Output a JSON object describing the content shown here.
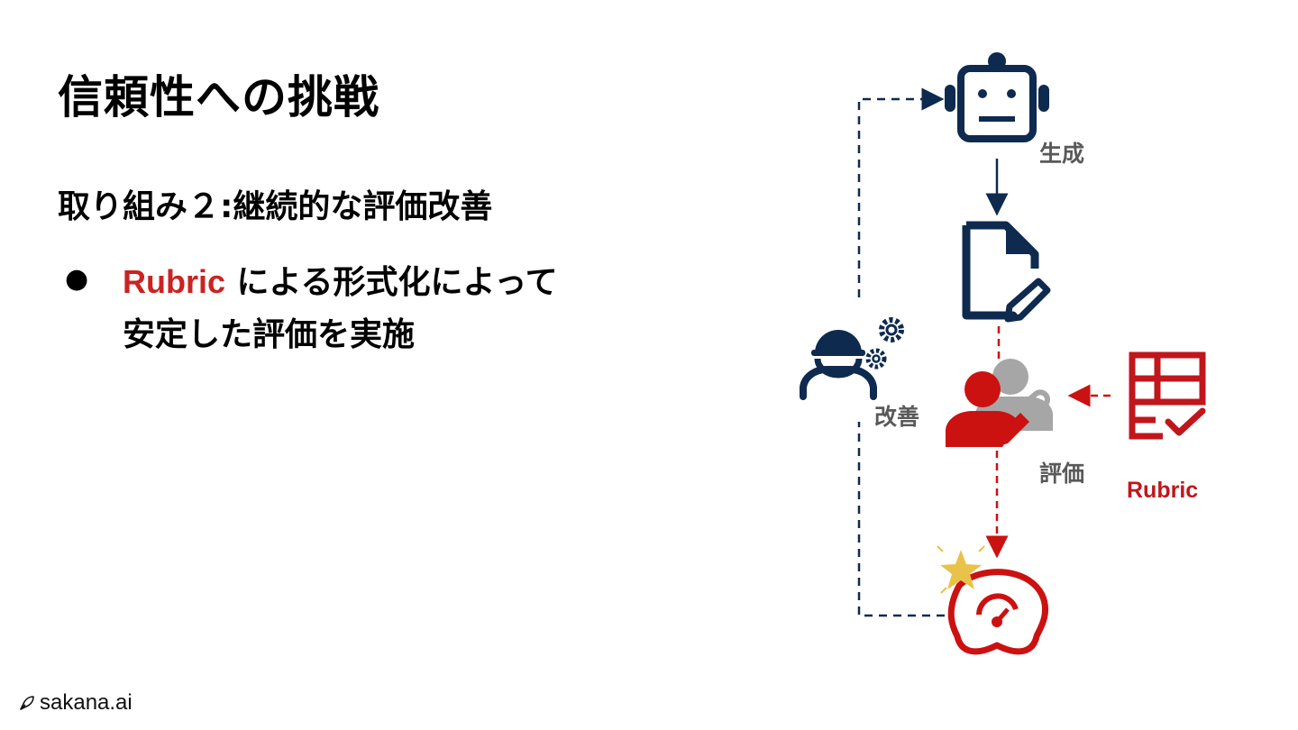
{
  "slide": {
    "title": "信頼性への挑戦",
    "subtitle": "取り組み２:継続的な評価改善",
    "bullet": {
      "marker": "●",
      "highlight": "Rubric",
      "line1_rest": " による形式化によって",
      "line2": "安定した評価を実施"
    }
  },
  "diagram": {
    "labels": {
      "generate": "生成",
      "improve": "改善",
      "evaluate": "評価",
      "rubric": "Rubric"
    },
    "icons": [
      "robot-icon",
      "document-edit-icon",
      "engineer-gears-icon",
      "evaluators-icon",
      "rubric-checklist-icon",
      "gauge-star-icon"
    ],
    "colors": {
      "navy": "#0E2A4F",
      "red": "#CC1111",
      "gray": "#A6A6A6",
      "gold": "#E8C24A"
    }
  },
  "footer": {
    "logo_text": "sakana.ai"
  }
}
